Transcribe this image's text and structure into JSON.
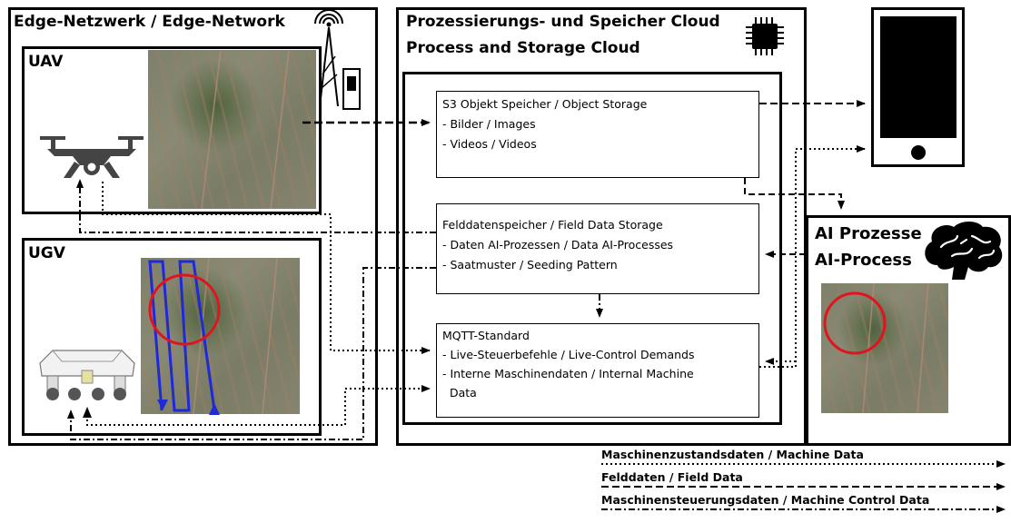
{
  "edge_network": {
    "title": "Edge-Netzwerk / Edge-Network",
    "uav_label": "UAV",
    "ugv_label": "UGV"
  },
  "cloud": {
    "title_de": "Prozessierungs- und Speicher Cloud",
    "title_en": "Process and Storage Cloud"
  },
  "s3_storage": {
    "lines": [
      "S3 Objekt Speicher / Object Storage",
      "- Bilder / Images",
      "- Videos / Videos"
    ]
  },
  "field_storage": {
    "lines": [
      "Felddatenspeicher / Field Data Storage",
      "- Daten AI-Prozessen / Data AI-Processes",
      "- Saatmuster / Seeding Pattern"
    ]
  },
  "mqtt": {
    "lines": [
      "MQTT-Standard",
      "- Live-Steuerbefehle / Live-Control Demands",
      "- Interne Maschinendaten / Internal Machine",
      "  Data"
    ]
  },
  "ai": {
    "title_de": "AI Prozesse",
    "title_en": "AI-Process"
  },
  "legend": {
    "machine_state": "Maschinenzustandsdaten / Machine Data",
    "field_data": "Felddaten / Field Data",
    "machine_control": "Maschinensteuerungsdaten / Machine Control Data"
  },
  "colors": {
    "line": "#000000",
    "target_circle": "#e0141e",
    "path": "#1f2ad6"
  }
}
